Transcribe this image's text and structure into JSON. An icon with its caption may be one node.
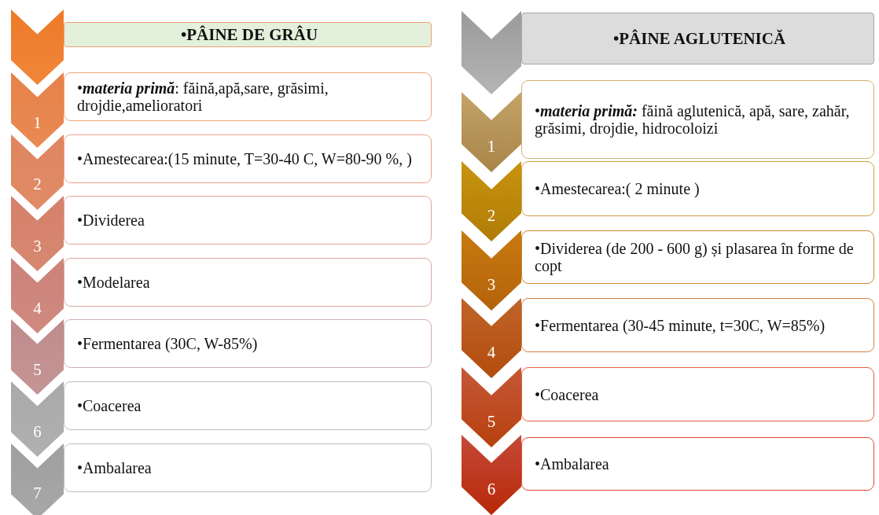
{
  "diagram": {
    "nodes": [
      {
        "text": [],
        "shape": "chevron"
      },
      {
        "text": [
          "•PÂINE DE GRÂU"
        ]
      },
      {
        "text": [
          "1"
        ]
      },
      {
        "text": [
          "•**materia primă**: făină,apă,sare, grăsimi, drojdie,amelioratori"
        ]
      },
      {
        "text": [
          "2"
        ]
      },
      {
        "text": [
          "•Amestecarea:(15 minute, T=30-40 C, W=80-90 %, )"
        ]
      },
      {
        "text": [
          "3"
        ]
      },
      {
        "text": [
          "•Dividerea"
        ]
      },
      {
        "text": [
          "4"
        ]
      },
      {
        "text": [
          "•Modelarea"
        ]
      },
      {
        "text": [
          "5"
        ]
      },
      {
        "text": [
          "•Fermentarea (30C, W-85%)"
        ]
      },
      {
        "text": [
          "6"
        ]
      },
      {
        "text": [
          "•Coacerea"
        ]
      },
      {
        "text": [
          "7"
        ]
      },
      {
        "text": [
          "•Ambalarea"
        ]
      },
      {
        "text": [],
        "shape": "chevron"
      },
      {
        "text": [
          "•PÂINE AGLUTENICĂ"
        ]
      },
      {
        "text": [
          "1"
        ]
      },
      {
        "text": [
          "•**materia primă:** făină aglutenică, apă, sare, zahăr, grăsimi, drojdie, hidrocoloizi"
        ]
      },
      {
        "text": [
          "2"
        ]
      },
      {
        "text": [
          "•Amestecarea:( 2 minute )"
        ]
      },
      {
        "text": [
          "3"
        ]
      },
      {
        "text": [
          "•Dividerea (de 200 - 600 g) și plasarea în forme de copt"
        ]
      },
      {
        "text": [
          "4"
        ]
      },
      {
        "text": [
          "•Fermentarea (30-45 minute, t=30C, W=85%)"
        ]
      },
      {
        "text": [
          "5"
        ]
      },
      {
        "text": [
          "•Coacerea"
        ]
      },
      {
        "text": [
          "6"
        ]
      },
      {
        "text": [
          "•Ambalarea"
        ]
      }
    ]
  }
}
